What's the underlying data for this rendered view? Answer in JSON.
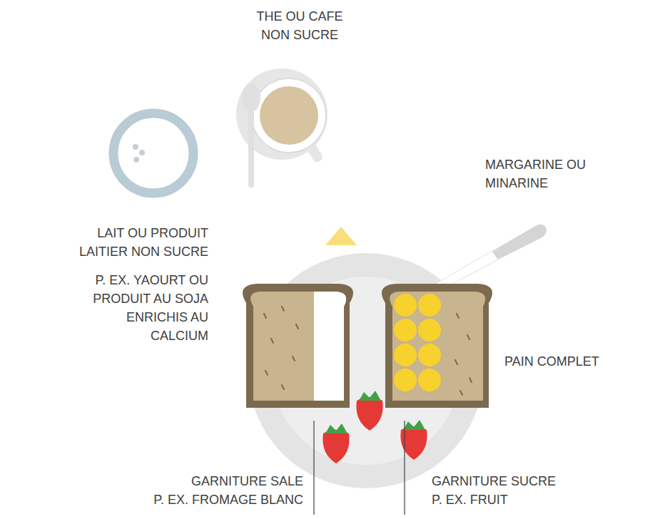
{
  "diagram": {
    "labels": [
      "THE OU CAFE NON SUCRE",
      "MARGARINE OU MINARINE",
      "LAIT OU PRODUIT LAITIER NON SUCRE",
      "P. EX. YAOURT OU PRODUIT AU SOJA ENRICHIS AU CALCIUM",
      "PAIN COMPLET",
      "GARNITURE SALE",
      "P. EX. FROMAGE BLANC",
      "GARNITURE SUCRE",
      "P. EX. FRUIT"
    ]
  }
}
